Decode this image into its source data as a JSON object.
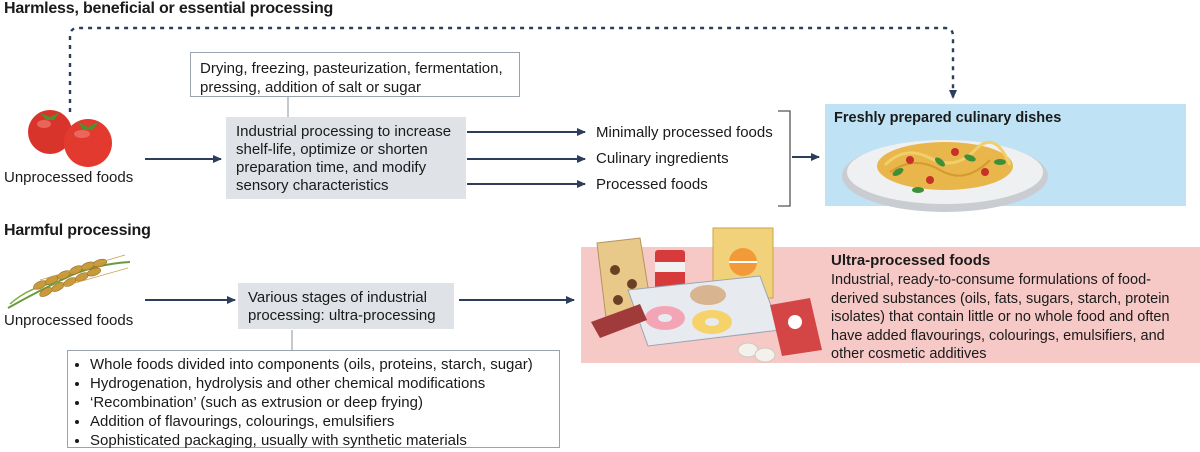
{
  "top": {
    "heading": "Harmless, beneficial or essential processing",
    "methods_note": "Drying, freezing, pasteurization, fermentation, pressing, addition of salt or sugar",
    "unprocessed_label": "Unprocessed foods",
    "industrial_box": "Industrial processing to increase shelf-life, optimize or shorten preparation time, and modify sensory characteristics",
    "outputs": [
      "Minimally processed foods",
      "Culinary ingredients",
      "Processed foods"
    ],
    "result_title": "Freshly prepared culinary dishes"
  },
  "bottom": {
    "heading": "Harmful processing",
    "unprocessed_label": "Unprocessed foods",
    "process_box": "Various stages of industrial processing: ultra-processing",
    "steps": [
      "Whole foods divided into components (oils, proteins, starch, sugar)",
      "Hydrogenation, hydrolysis and other chemical modifications",
      "‘Recombination’ (such as extrusion or deep frying)",
      "Addition of flavourings, colourings, emulsifiers",
      "Sophisticated packaging, usually with synthetic materials"
    ],
    "result_title": "Ultra-processed foods",
    "result_description": "Industrial, ready-to-consume formulations of food-derived substances (oils, fats, sugars, starch, protein isolates) that contain little or no whole food and often have added flavourings, colourings, emulsifiers, and other cosmetic additives"
  },
  "colors": {
    "arrow": "#2c3e5c",
    "fresh_panel": "#bfe3f5",
    "upf_panel": "#f6c9c7",
    "gray_box": "#dfe2e6"
  },
  "icons": [
    "tomato-icon",
    "wheat-icon",
    "pasta-plate-icon",
    "packaged-foods-icon"
  ]
}
